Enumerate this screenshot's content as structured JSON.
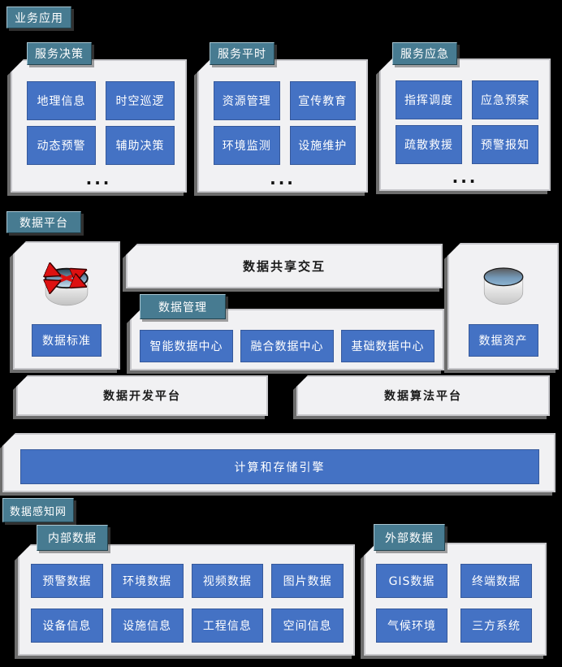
{
  "colors": {
    "background": "#000000",
    "accent_blue": "#4472C4",
    "teal_header": "#477B91",
    "panel_bg": "#F1F1F3",
    "arrow_red": "#DD1111"
  },
  "icons": {
    "standards": "router-icon",
    "assets": "database-icon"
  },
  "sections": {
    "business": {
      "label": "业务应用",
      "panels": [
        {
          "tab": "服务决策",
          "buttons": [
            "地理信息",
            "时空巡逻",
            "动态预警",
            "辅助决策"
          ],
          "more": "..."
        },
        {
          "tab": "服务平时",
          "buttons": [
            "资源管理",
            "宣传教育",
            "环境监测",
            "设施维护"
          ],
          "more": "..."
        },
        {
          "tab": "服务应急",
          "buttons": [
            "指挥调度",
            "应急预案",
            "疏散救援",
            "预警报知"
          ],
          "more": "..."
        }
      ]
    },
    "platform": {
      "label": "数据平台",
      "share_bar": "数据共享交互",
      "standards_panel": {
        "icon": "router-icon",
        "button": "数据标准"
      },
      "management": {
        "tab": "数据管理",
        "buttons": [
          "智能数据中心",
          "融合数据中心",
          "基础数据中心"
        ]
      },
      "assets_panel": {
        "icon": "database-icon",
        "button": "数据资产"
      },
      "dev_bar": "数据开发平台",
      "algo_bar": "数据算法平台",
      "engine_bar": "计算和存储引擎"
    },
    "perception": {
      "label": "数据感知网",
      "internal": {
        "tab": "内部数据",
        "buttons": [
          "预警数据",
          "环境数据",
          "视频数据",
          "图片数据",
          "设备信息",
          "设施信息",
          "工程信息",
          "空间信息"
        ]
      },
      "external": {
        "tab": "外部数据",
        "buttons": [
          "GIS数据",
          "终端数据",
          "气候环境",
          "三方系统"
        ]
      }
    }
  }
}
